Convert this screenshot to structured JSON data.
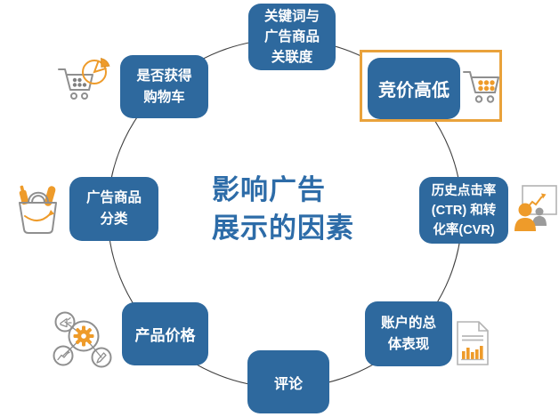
{
  "title": {
    "text": "影响广告\n展示的因素"
  },
  "factors": {
    "keyword": {
      "label": "关键词与\n广告商品\n关联度"
    },
    "bid": {
      "label": "竞价高低",
      "highlighted": true
    },
    "ctr": {
      "label": "历史点击率\n(CTR) 和转\n化率(CVR)"
    },
    "account": {
      "label": "账户的总\n体表现"
    },
    "review": {
      "label": "评论"
    },
    "price": {
      "label": "产品价格"
    },
    "category": {
      "label": "广告商品\n分类"
    },
    "buybox": {
      "label": "是否获得\n购物车"
    }
  },
  "icons": {
    "buybox": "shopping-cart-with-pie-chart",
    "bid": "shopping-cart-with-items",
    "category": "amazon-shopping-bag",
    "price": "gear-network",
    "ctr": "people-presentation-chart",
    "account": "bar-chart-report-document"
  },
  "colors": {
    "box_blue": "#2e699e",
    "title_blue": "#2d6ca8",
    "highlight_orange": "#e9a23b",
    "icon_orange": "#ee9b2a",
    "icon_gray": "#8f8f8f",
    "ring_gray": "#3f3f3f"
  }
}
